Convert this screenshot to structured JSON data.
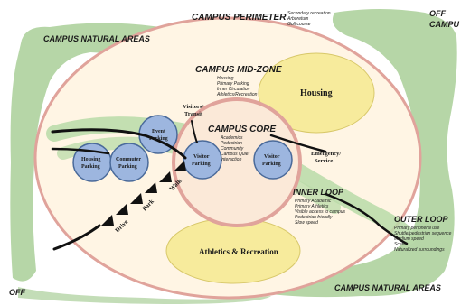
{
  "labels": {
    "campus_perimeter": "CAMPUS PERIMETER",
    "perimeter_notes": [
      "Secondary recreation",
      "Arboretum",
      "Golf course"
    ],
    "off_top_right": [
      "OFF",
      "CAMPU"
    ],
    "natural_areas_top": "CAMPUS NATURAL AREAS",
    "natural_areas_bottom": "CAMPUS NATURAL AREAS",
    "off_bottom_left": "OFF",
    "mid_zone": "CAMPUS MID-ZONE",
    "mid_zone_notes": [
      "Housing",
      "Primary Parking",
      "Inner Circulation",
      "Athletics/Recreation"
    ],
    "housing": "Housing",
    "visitors_transit": [
      "Visitors/",
      "Transit"
    ],
    "event_parking": [
      "Event",
      "Parking"
    ],
    "campus_core": "CAMPUS CORE",
    "core_notes": [
      "Academics",
      "Pedestrian",
      "Community",
      "Campus Quiet",
      "Interaction"
    ],
    "housing_parking": [
      "Housing",
      "Parking"
    ],
    "commuter_parking": [
      "Commuter",
      "Parking"
    ],
    "visitor_parking_left": [
      "Visitor",
      "Parking"
    ],
    "visitor_parking_right": [
      "Visitor",
      "Parking"
    ],
    "emergency_service": [
      "Emergency/",
      "Service"
    ],
    "inner_loop": "INNER LOOP",
    "inner_loop_notes": [
      "Primary Academic",
      "Primary Athletics",
      "Visible access to campus",
      "Pedestrian friendly",
      "Slow speed"
    ],
    "outer_loop": "OUTER LOOP",
    "outer_loop_notes": [
      "Primary peripheral use",
      "Shuttle/pedestrian sequence",
      "Medium speed",
      "Scenic",
      "Naturalized surroundings"
    ],
    "drive": "Drive",
    "park": "Park",
    "walk": "Walk",
    "athletics_recreation": "Athletics & Recreation"
  },
  "colors": {
    "green_area": "#a9cf98",
    "outer_ellipse_fill": "#fff5e4",
    "ring_stroke": "#e0a39b",
    "housing_fill": "#f7eb9c",
    "parking_fill": "#9db6df",
    "parking_stroke": "#4a6a9a",
    "loop_band": "#b9dba8"
  }
}
